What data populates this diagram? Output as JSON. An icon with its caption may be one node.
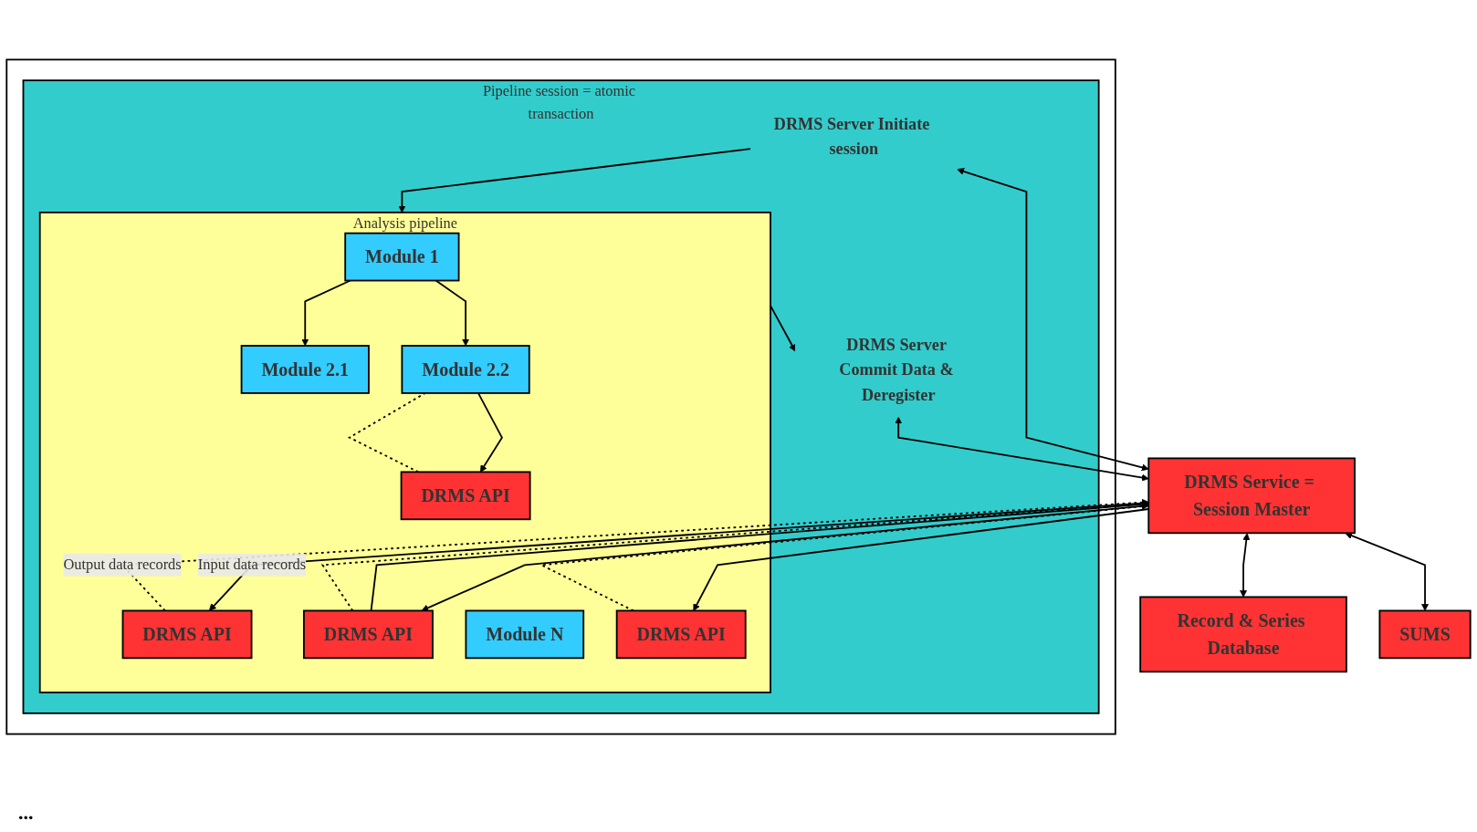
{
  "diagram": {
    "nodes": [
      {
        "text": [],
        "shape": "box"
      },
      {
        "text": [
          "Pipeline session = atomic transaction"
        ],
        "in": 0
      },
      {
        "text": [
          "DRMS Server Initiate session"
        ],
        "in": 1
      },
      {
        "text": [
          "Analysis pipeline"
        ],
        "in": 1
      },
      {
        "text": [
          "Module 1"
        ],
        "in": 3
      },
      {
        "text": [
          "DRMS API"
        ],
        "in": 3
      },
      {
        "text": [
          "Module 2.1"
        ],
        "in": 3
      },
      {
        "text": [
          "DRMS API"
        ],
        "in": 3
      },
      {
        "text": [
          "Module 2.2"
        ],
        "in": 3
      },
      {
        "text": [
          "DRMS API"
        ],
        "in": 3
      },
      {
        "text": [
          "Module N"
        ],
        "in": 3
      },
      {
        "text": [
          "DRMS API"
        ],
        "in": 3
      },
      {
        "text": [
          "DRMS Server Commit Data & Deregister"
        ],
        "in": 1
      },
      {
        "text": [
          "DRMS Service = Session Master"
        ]
      },
      {
        "text": [
          "Record & Series Database"
        ]
      },
      {
        "text": [
          "SUMS"
        ]
      }
    ],
    "edges": [
      {
        "from": 2,
        "to": 3,
        "arrow": "to"
      },
      {
        "from": 3,
        "to": 12,
        "arrow": "to"
      },
      {
        "from": 4,
        "to": 6,
        "arrow": "to"
      },
      {
        "from": 4,
        "to": 8,
        "arrow": "to"
      },
      {
        "from": 8,
        "to": 7,
        "arrow": "to"
      },
      {
        "from": 7,
        "to": 8,
        "arrow": "none",
        "style": "dashed"
      },
      {
        "from": 2,
        "to": 13,
        "arrow": "both"
      },
      {
        "from": 13,
        "to": 5,
        "arrow": "to",
        "label": "Input data records"
      },
      {
        "from": 5,
        "to": 13,
        "arrow": "to",
        "style": "dashed",
        "label": "Output data records"
      },
      {
        "from": 13,
        "to": 9,
        "arrow": "to"
      },
      {
        "from": 9,
        "to": 13,
        "arrow": "none"
      },
      {
        "from": 9,
        "to": 13,
        "arrow": "to",
        "style": "dashed"
      },
      {
        "from": 13,
        "to": 11,
        "arrow": "to"
      },
      {
        "from": 11,
        "to": 13,
        "arrow": "to",
        "style": "dashed"
      },
      {
        "from": 12,
        "to": 13,
        "arrow": "both"
      },
      {
        "from": 13,
        "to": 14,
        "arrow": "both"
      },
      {
        "from": 13,
        "to": 15,
        "arrow": "both"
      }
    ],
    "labels": [
      "..."
    ]
  }
}
